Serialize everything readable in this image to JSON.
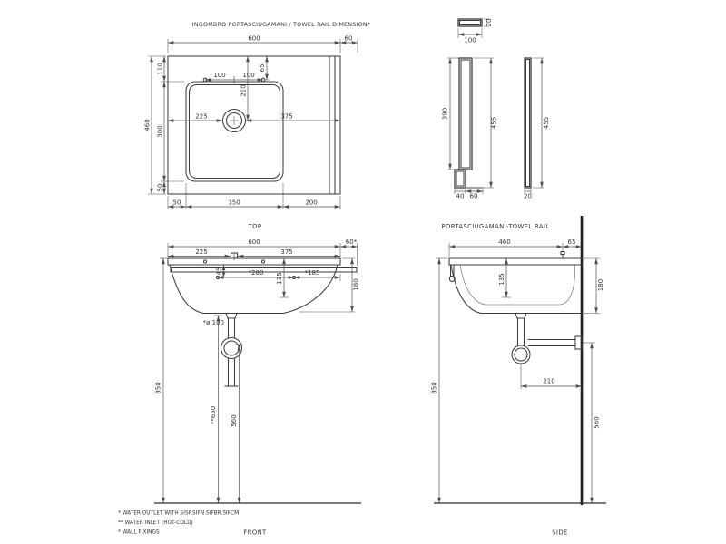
{
  "title": "INGOMBRO PORTASCIUGAMANI / TOWEL RAIL DIMENSION*",
  "top_view": {
    "label": "TOP",
    "width": "600",
    "rail_overhang": "60",
    "depth": "460",
    "top_edge_to_bowl": "110",
    "bowl_depth": "300",
    "bowl_to_front_edge": "50",
    "hole_left_offset": "100",
    "hole_right_offset": "100",
    "holes_from_edge": "65",
    "tap_from_edge": "210",
    "tap_from_left": "225",
    "tap_to_right": "375",
    "bowl_left_margin": "50",
    "bowl_width": "350",
    "bowl_right_margin": "200"
  },
  "rail_view": {
    "label": "PORTASCIUGAMANI-TOWEL RAIL",
    "plan_thickness": "20",
    "plan_length": "100",
    "plate_height": "390",
    "front_total_height": "455",
    "side_total_height": "455",
    "foot_front": "40",
    "foot_rear": "60",
    "bar_thickness": "20"
  },
  "front_view": {
    "label": "FRONT",
    "width": "600",
    "rail_overhang": "60*",
    "tap_from_left": "225",
    "tap_to_right": "375",
    "inlet_drop": "45",
    "inlet_spacing": "*280",
    "bowl_inner_depth": "135",
    "fixing_spacing": "*185",
    "apron_height": "180",
    "drain_diameter": "*ø 100",
    "rim_height": "850",
    "inlet_height": "**650",
    "outlet_height": "560"
  },
  "side_view": {
    "label": "SIDE",
    "depth": "460",
    "tap_from_wall": "65",
    "bowl_inner_depth": "135",
    "apron_height": "180",
    "rim_height": "850",
    "trap_from_wall": "210",
    "outlet_height": "560"
  },
  "footnotes": [
    "*   WATER OUTLET WITH SISP.SIFN.SIFBR.SIFCM",
    "**  WATER INLET  (HOT-COLD)",
    "*   WALL FIXINGS"
  ],
  "colors": {
    "line": "#3d3d3d",
    "dim": "#4f4f4f",
    "text": "#333333",
    "background": "#ffffff"
  }
}
